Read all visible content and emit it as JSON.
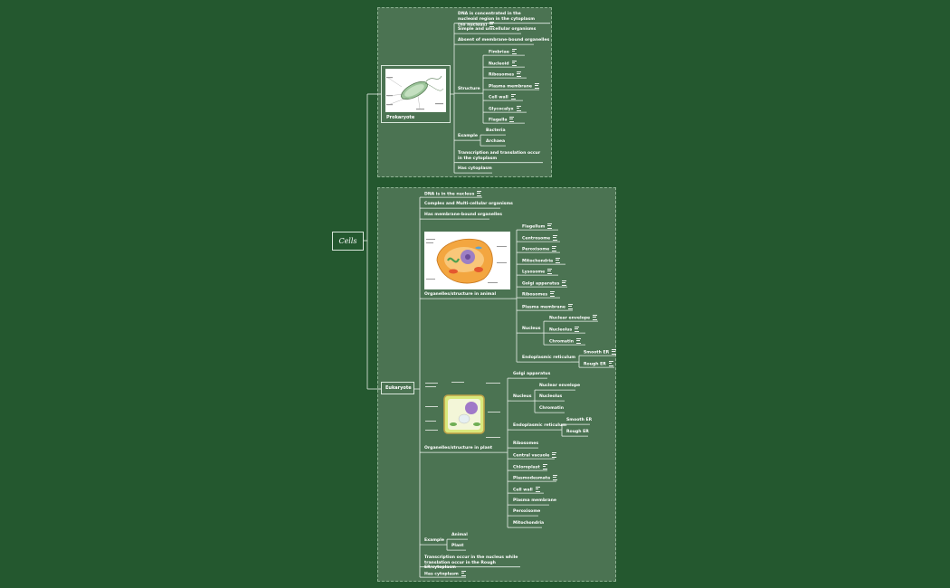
{
  "root": {
    "label": "Cells"
  },
  "prokaryote": {
    "label": "Prokaryote",
    "items": [
      "DNA is concentrated in the nucleoid region in the cytoplasm (no nucleus)",
      "Simple and unicellular organisms",
      "Absent of membrane-bound organelles",
      "Transcription and translation occur in the cytoplasm",
      "Has cytoplasm"
    ],
    "structure": {
      "label": "Structure",
      "children": [
        "Fimbriae",
        "Nucleoid",
        "Ribosomes",
        "Plasma membrane",
        "Cell wall",
        "Glycocalyx",
        "Flagella"
      ]
    },
    "example": {
      "label": "Example",
      "children": [
        "Bacteria",
        "Archaea"
      ]
    }
  },
  "eukaryote": {
    "label": "Eukaryote",
    "items_top": [
      "DNA is in the nucleus",
      "Complex and Multi-cellular organisms",
      "Has membrane-bound organelles"
    ],
    "animal": {
      "label": "Organelles/structure in animal",
      "children": [
        "Flagellum",
        "Centrosome",
        "Peroxisome",
        "Mitochondria",
        "Lysosome",
        "Golgi apparatus",
        "Ribosomes",
        "Plasma membrane"
      ],
      "nucleus": {
        "label": "Nucleus",
        "children": [
          "Nuclear envelope",
          "Nucleolus",
          "Chromatin"
        ]
      },
      "er": {
        "label": "Endoplasmic reticulum",
        "children": [
          "Smooth ER",
          "Rough ER"
        ]
      }
    },
    "plant": {
      "label": "Organelles/structure in plant",
      "golgi": "Golgi apparatus",
      "nucleus": {
        "label": "Nucleus",
        "children": [
          "Nuclear envelope",
          "Nucleolus",
          "Chromatin"
        ]
      },
      "er": {
        "label": "Endoplasmic reticulum",
        "children": [
          "Smooth ER",
          "Rough ER"
        ]
      },
      "children": [
        "Ribosomes",
        "Central vacuole",
        "Chloroplast",
        "Plasmodesmata",
        "Cell wall",
        "Plasma membrane",
        "Peroxisome",
        "Mitochondria"
      ]
    },
    "example": {
      "label": "Example",
      "children": [
        "Animal",
        "Plant"
      ]
    },
    "items_bottom": [
      "Transcription occur in the nucleus while translation occur in the Rough ER/cytoplasm",
      "Has cytoplasm"
    ]
  },
  "colors": {
    "background": "#24582f",
    "panel": "#4b7352",
    "line": "#e8efe9"
  },
  "icons": {
    "note": "note-icon"
  }
}
